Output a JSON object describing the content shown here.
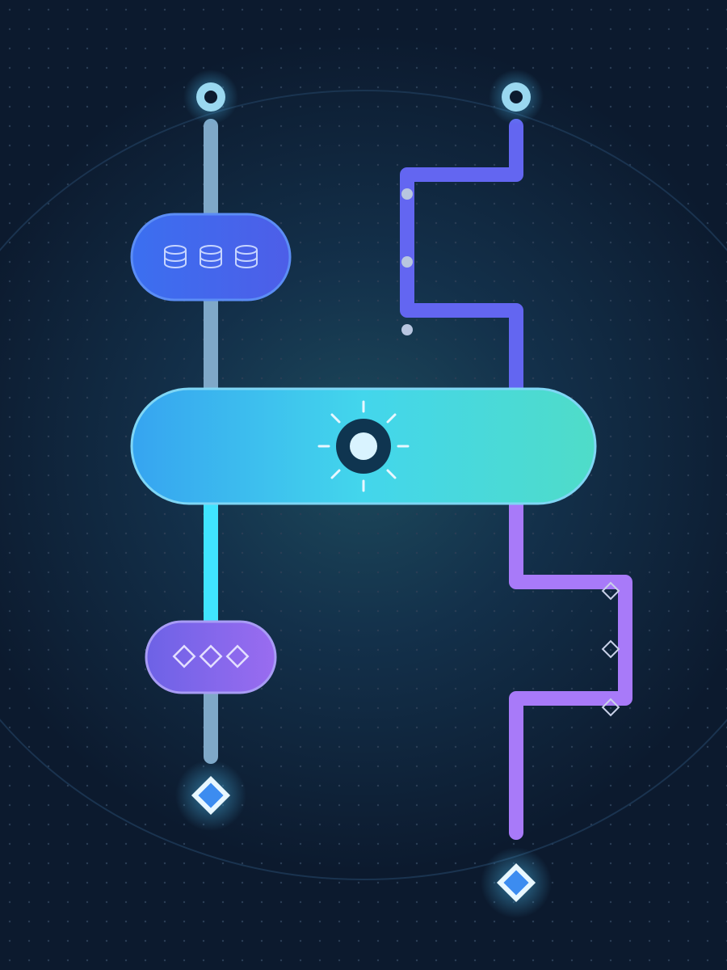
{
  "colors": {
    "background": "#0c1a2e",
    "background_glow": "#1d4a5c",
    "dots": "#2a3d55",
    "gray_pipe": "#7fa8c8",
    "database_node": "#3b6ff0",
    "database_node_end": "#4d5ee8",
    "central_hub_start": "#36a4f0",
    "central_hub_mid": "#43d6ec",
    "central_hub_end": "#4fdcc8",
    "cyan_pipe": "#40e4ff",
    "shape_node_start": "#6d62e6",
    "shape_node_end": "#9a6cf0",
    "indigo_path": "#6366f1",
    "violet_path": "#a87af9",
    "endpoint": "#9ad8f0",
    "diamond_fill": "#3c8cf0"
  },
  "nodes": {
    "input_left": {
      "icon": "input-port-icon"
    },
    "input_right": {
      "icon": "input-port-icon"
    },
    "database_group": {
      "icons": [
        "database-icon",
        "database-icon",
        "database-icon"
      ]
    },
    "central_hub": {
      "icon": "sun-icon"
    },
    "shape_group": {
      "icons": [
        "diamond-icon",
        "diamond-icon",
        "diamond-icon"
      ]
    },
    "output_left": {
      "icon": "diamond-output-icon"
    },
    "output_right": {
      "icon": "diamond-output-icon"
    }
  },
  "path_markers": {
    "indigo_path": {
      "count": 3,
      "shape": "dot"
    },
    "violet_path": {
      "count": 3,
      "shape": "diamond-outline"
    }
  }
}
